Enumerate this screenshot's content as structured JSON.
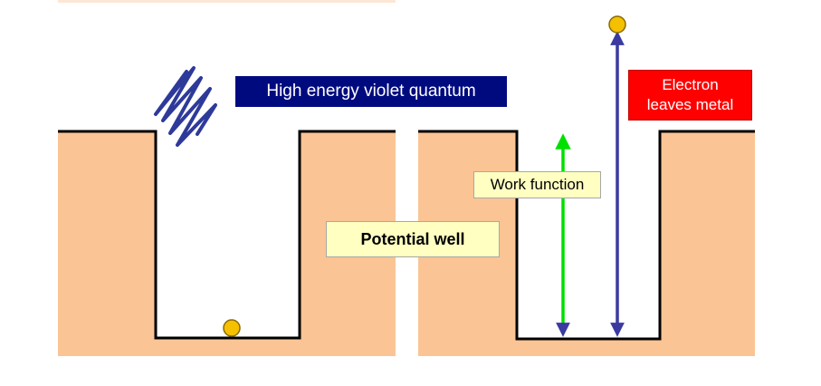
{
  "labels": {
    "violet_quantum": "High energy violet quantum",
    "electron_line1": "Electron",
    "electron_line2": "leaves metal",
    "work_function": "Work function",
    "potential_well": "Potential well"
  },
  "colors": {
    "metal": "#fbc494",
    "wave": "#2e3a9a",
    "electron": "#f5c000",
    "work_function_arrow": "#00e000",
    "escape_arrow": "#3a3aa0",
    "violet_label_bg": "#000a7f",
    "electron_label_bg": "#ff0000",
    "note_bg": "#ffffc2"
  }
}
